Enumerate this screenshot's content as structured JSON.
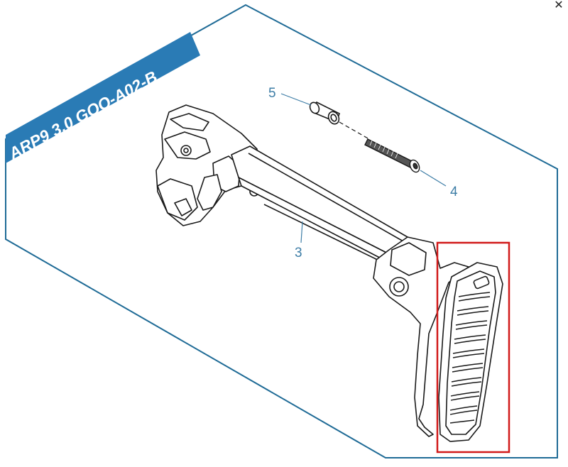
{
  "title": "ARP9 3.0 GQO-A02-B",
  "close_icon": "✕",
  "callouts": [
    {
      "id": "part-5",
      "label": "5"
    },
    {
      "id": "part-4",
      "label": "4"
    },
    {
      "id": "part-3",
      "label": "3"
    }
  ],
  "colors": {
    "frame": "#1f6b96",
    "banner": "#2a7bb5",
    "banner_text": "#ffffff",
    "highlight": "#d11a1a",
    "line_art": "#1a1a1a",
    "callout_text": "#3d7da6"
  }
}
